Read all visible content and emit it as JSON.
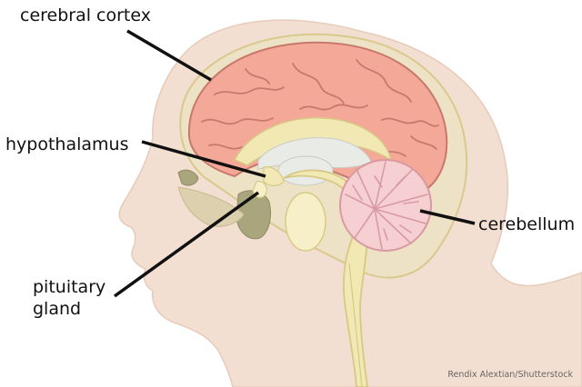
{
  "labels": {
    "cerebral_cortex": "cerebral cortex",
    "hypothalamus": "hypothalamus",
    "cerebellum": "cerebellum",
    "pituitary_line1": "pituitary",
    "pituitary_line2": "gland"
  },
  "credit": "Rendix Alextian/Shutterstock",
  "colors": {
    "skin": "#f3dfd2",
    "skin_outline": "#e6cbb9",
    "skull": "#ede2c6",
    "dura": "#d9c98c",
    "cortex": "#f4a898",
    "cortex_fold": "#c8786c",
    "cerebellum": "#f6cfd3",
    "cerebellum_branch": "#d89aa2",
    "brainstem": "#f1e8b3",
    "ventricle": "#e8ebe6",
    "sinus": "#a9a67e",
    "leader": "#111111"
  }
}
